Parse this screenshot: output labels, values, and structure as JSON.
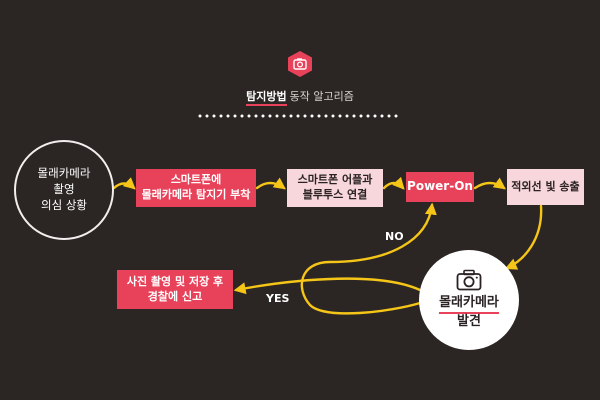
{
  "header": {
    "icon": "camera-icon",
    "title_strong": "탐지방법",
    "title_rest": "동작 알고리즘"
  },
  "start_node": {
    "lines": [
      "몰래카메라",
      "촬영",
      "의심 상황"
    ]
  },
  "steps": [
    {
      "lines": [
        "스마트폰에",
        "몰래카메라 탐지기 부착"
      ]
    },
    {
      "lines": [
        "스마트폰 어플과",
        "블루투스 연결"
      ]
    },
    {
      "lines": [
        "Power-On"
      ]
    },
    {
      "lines": [
        "적외선 빛 송출"
      ]
    }
  ],
  "result_node": {
    "icon": "camera-icon",
    "lines": [
      "몰래카메라",
      "발견"
    ]
  },
  "action_node": {
    "lines": [
      "사진 촬영 및 저장 후",
      "경찰에 신고"
    ]
  },
  "branches": {
    "no": "NO",
    "yes": "YES"
  },
  "colors": {
    "background": "#2b2624",
    "accent": "#e8425a",
    "light_box": "#f7d7dc",
    "arrow": "#f5c518"
  }
}
